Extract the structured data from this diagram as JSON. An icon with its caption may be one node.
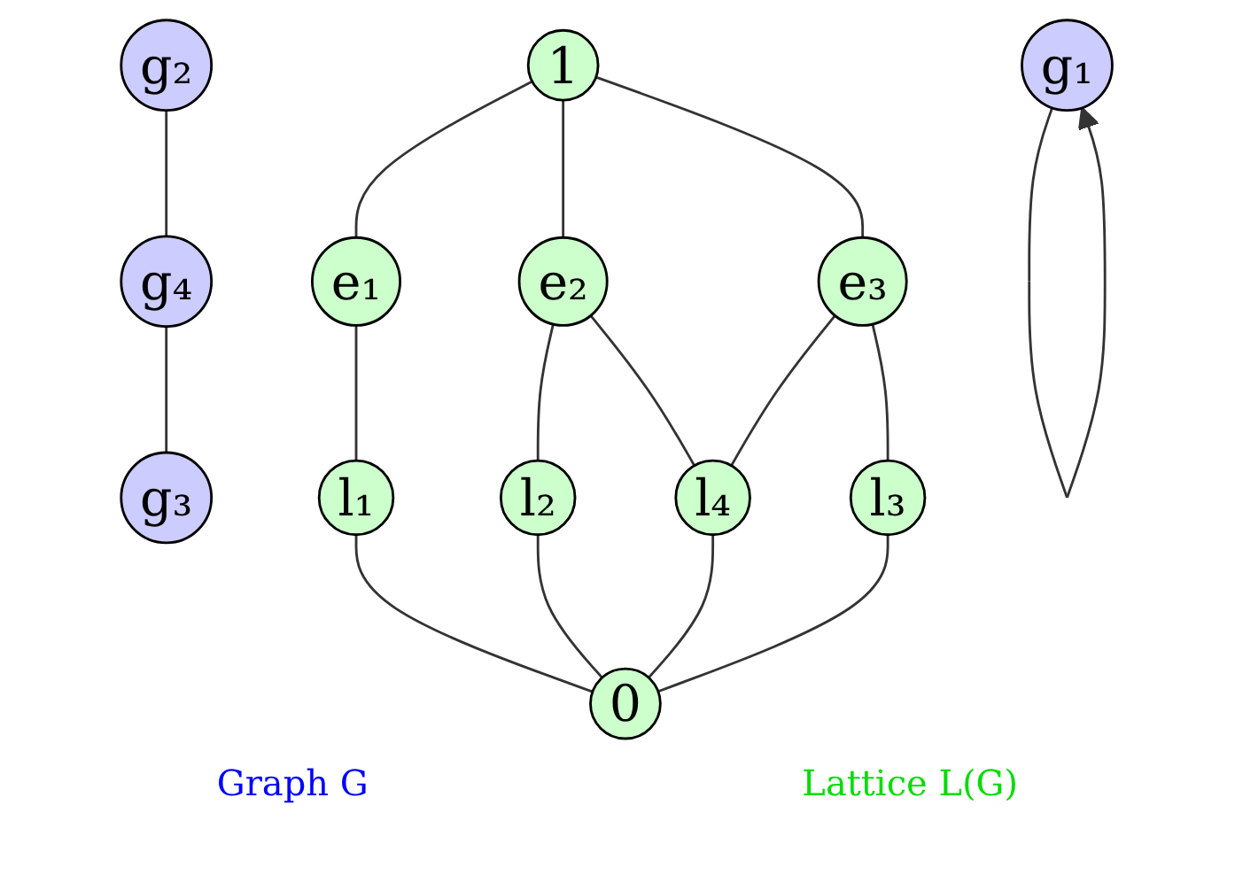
{
  "diagram": {
    "nodes": [
      {
        "text": [
          "g₂"
        ]
      },
      {
        "text": [
          "g₄"
        ]
      },
      {
        "text": [
          "g₁"
        ]
      },
      {
        "text": [
          "g₃"
        ]
      },
      {
        "text": [
          "1"
        ]
      },
      {
        "text": [
          "e₁"
        ]
      },
      {
        "text": [
          "e₂"
        ]
      },
      {
        "text": [
          "e₃"
        ]
      },
      {
        "text": [
          "l₁"
        ]
      },
      {
        "text": [
          "l₂"
        ]
      },
      {
        "text": [
          "l₄"
        ]
      },
      {
        "text": [
          "l₃"
        ]
      },
      {
        "text": [
          "0"
        ]
      }
    ],
    "edges": [
      {
        "from": 2,
        "to": 2,
        "arrow": "to"
      },
      {
        "from": 0,
        "to": 1,
        "arrow": "none"
      },
      {
        "from": 1,
        "to": 3,
        "arrow": "none"
      },
      {
        "from": 4,
        "to": 5,
        "arrow": "none"
      },
      {
        "from": 4,
        "to": 6,
        "arrow": "none"
      },
      {
        "from": 4,
        "to": 7,
        "arrow": "none"
      },
      {
        "from": 5,
        "to": 8,
        "arrow": "none"
      },
      {
        "from": 6,
        "to": 9,
        "arrow": "none"
      },
      {
        "from": 6,
        "to": 10,
        "arrow": "none"
      },
      {
        "from": 7,
        "to": 10,
        "arrow": "none"
      },
      {
        "from": 7,
        "to": 11,
        "arrow": "none"
      },
      {
        "from": 8,
        "to": 12,
        "arrow": "none"
      },
      {
        "from": 9,
        "to": 12,
        "arrow": "none"
      },
      {
        "from": 10,
        "to": 12,
        "arrow": "none"
      },
      {
        "from": 11,
        "to": 12,
        "arrow": "none"
      }
    ],
    "labels": [
      "Graph G",
      "Lattice L(G)"
    ]
  }
}
